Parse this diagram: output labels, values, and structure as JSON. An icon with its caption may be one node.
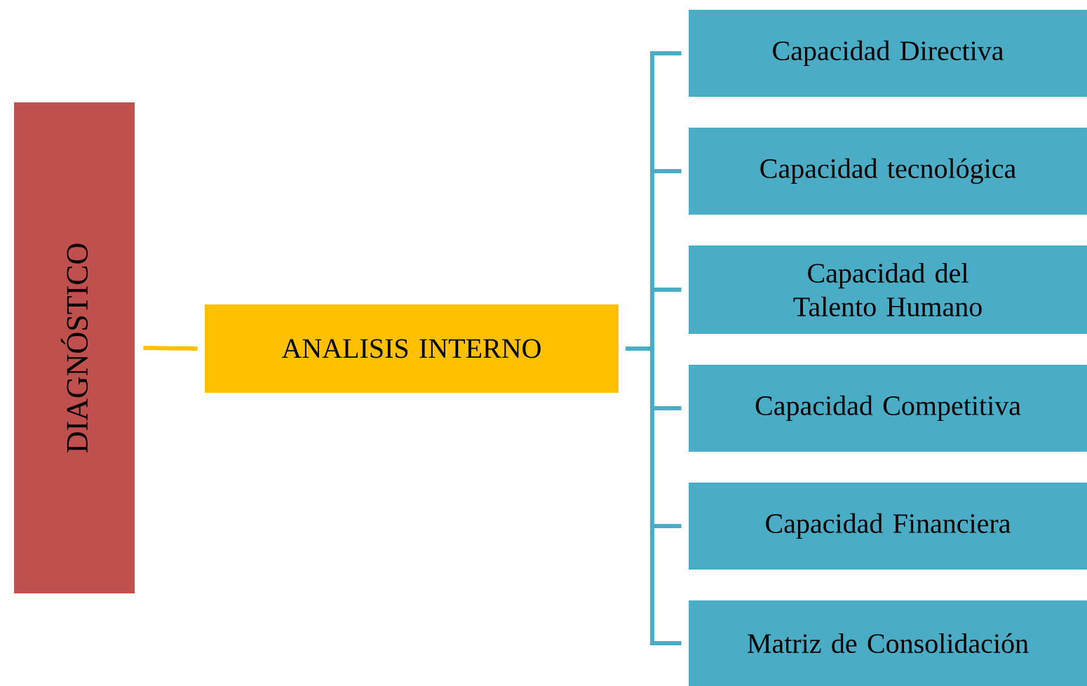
{
  "diagram": {
    "nodes": [
      {
        "text": [
          "DIAGNÓSTICO"
        ]
      },
      {
        "text": [
          "ANALISIS INTERNO"
        ]
      },
      {
        "text": [
          "Capacidad Directiva"
        ]
      },
      {
        "text": [
          "Capacidad tecnológica"
        ]
      },
      {
        "text": [
          "Capacidad del Talento Humano"
        ]
      },
      {
        "text": [
          "Capacidad Competitiva"
        ]
      },
      {
        "text": [
          "Capacidad Financiera"
        ]
      },
      {
        "text": [
          "Matriz de Consolidación"
        ]
      }
    ],
    "edges": [
      {
        "from": 0,
        "to": 1,
        "arrow": "none",
        "color": "#ffc000"
      },
      {
        "from": 1,
        "to": 2,
        "arrow": "none"
      },
      {
        "from": 1,
        "to": 3,
        "arrow": "none"
      },
      {
        "from": 1,
        "to": 4,
        "arrow": "none"
      },
      {
        "from": 1,
        "to": 5,
        "arrow": "none"
      },
      {
        "from": 1,
        "to": 6,
        "arrow": "none"
      },
      {
        "from": 1,
        "to": 7,
        "arrow": "none"
      }
    ]
  }
}
